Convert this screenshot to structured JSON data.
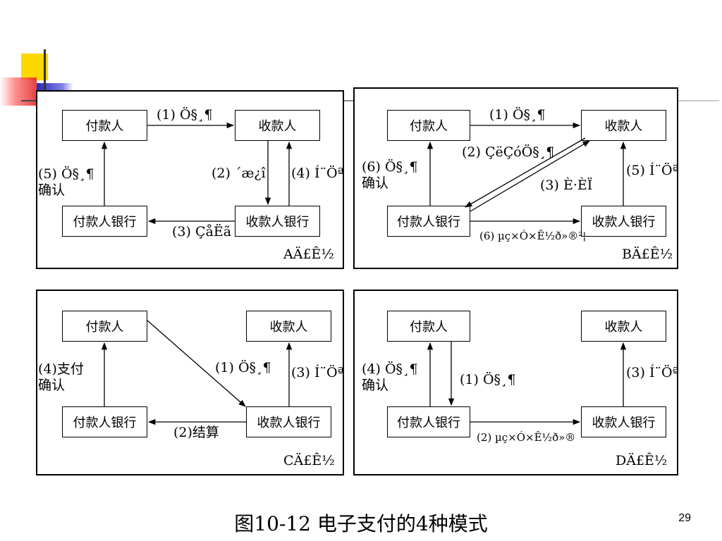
{
  "slide": {
    "caption": "图10-12  电子支付的4种模式",
    "page_number": "29"
  },
  "panels": {
    "A": {
      "mode": "AÄ£Ê½",
      "payer": "付款人",
      "payee": "收款人",
      "payer_bank": "付款人银行",
      "payee_bank": "收款人银行",
      "labels": [
        "(1) Ö§¸¶",
        "(2) ´æ¿î",
        "(3) ÇåËã",
        "(4) Í¨Öª",
        "(5) Ö§¸¶\n确认"
      ]
    },
    "B": {
      "mode": "BÄ£Ê½",
      "payer": "付款人",
      "payee": "收款人",
      "payer_bank": "付款人银行",
      "payee_bank": "收款人银行",
      "labels": [
        "(1) Ö§¸¶",
        "(2) ÇëÇóÖ§¸¶",
        "(3) È·ÈÏ",
        "(5) Í¨Öª",
        "(6) Ö§¸¶\n确认",
        "(6) µç×Ó×Ê½ð»®²¦"
      ]
    },
    "C": {
      "mode": "CÄ£Ê½",
      "payer": "付款人",
      "payee": "收款人",
      "payer_bank": "付款人银行",
      "payee_bank": "收款人银行",
      "labels": [
        "(1) Ö§¸¶",
        "(2)结算",
        "(3) Í¨Öª",
        "(4)支付\n确认"
      ]
    },
    "D": {
      "mode": "DÄ£Ê½",
      "payer": "付款人",
      "payee": "收款人",
      "payer_bank": "付款人银行",
      "payee_bank": "收款人银行",
      "labels": [
        "(1) Ö§¸¶",
        "(2) µç×Ó×Ê½ð»®",
        "(3) Í¨Öª",
        "(4) Ö§¸¶\n确认"
      ]
    }
  },
  "colors": {
    "yellow": "#FFD700",
    "blue": "#3333CC",
    "red": "#E03030",
    "line": "#000000"
  }
}
